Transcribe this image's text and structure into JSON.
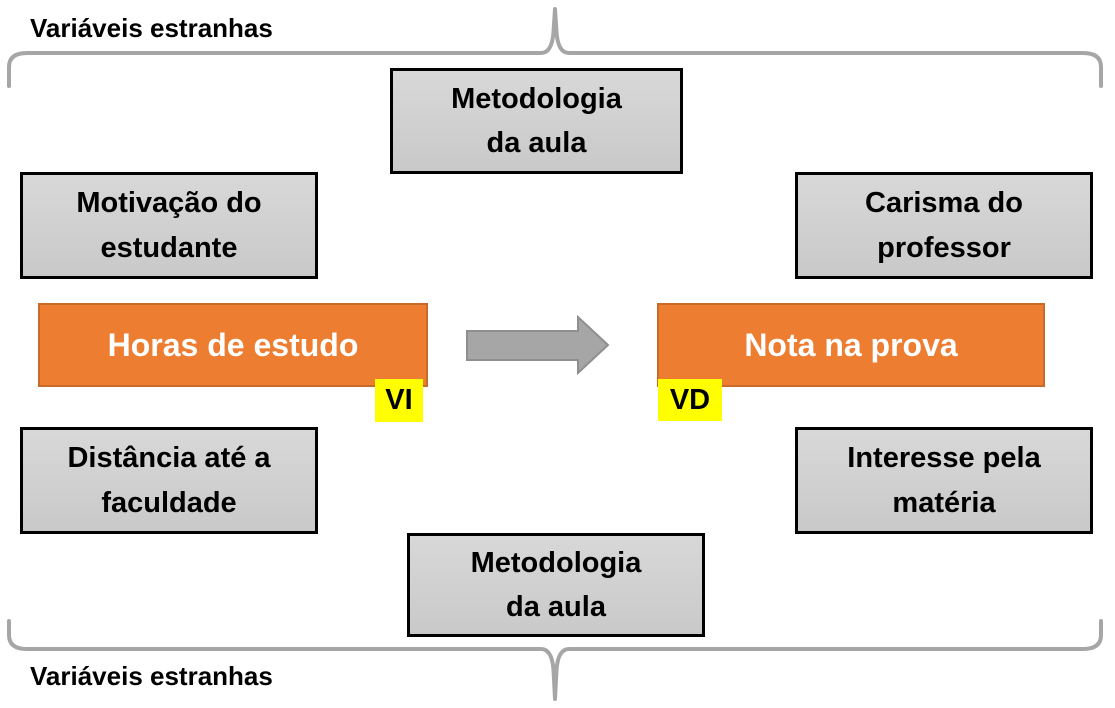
{
  "brace_labels": {
    "top": "Variáveis estranhas",
    "bottom": "Variáveis estranhas"
  },
  "variables": {
    "independent": {
      "label": "Horas de estudo",
      "tag": "VI"
    },
    "dependent": {
      "label": "Nota na prova",
      "tag": "VD"
    }
  },
  "extraneous": [
    {
      "name": "metodologia-top",
      "lines": [
        "Metodologia",
        "da aula"
      ]
    },
    {
      "name": "motivacao",
      "lines": [
        "Motivação do",
        "estudante"
      ]
    },
    {
      "name": "carisma",
      "lines": [
        "Carisma do",
        "professor"
      ]
    },
    {
      "name": "distancia",
      "lines": [
        "Distância até a",
        "faculdade"
      ]
    },
    {
      "name": "interesse",
      "lines": [
        "Interesse pela",
        "matéria"
      ]
    },
    {
      "name": "metodologia-bottom",
      "lines": [
        "Metodologia",
        "da aula"
      ]
    }
  ],
  "colors": {
    "orange": "#ED7D31",
    "orange_border": "#C96B28",
    "gray_box_top": "#D8D8D8",
    "gray_box_bottom": "#C9C9C9",
    "box_border": "#000000",
    "brace": "#A6A6A6",
    "arrow_fill": "#A6A6A6",
    "arrow_border": "#8F8F8F",
    "highlight": "#FFFF00",
    "text_dark": "#000000",
    "text_light": "#FFFFFF"
  }
}
